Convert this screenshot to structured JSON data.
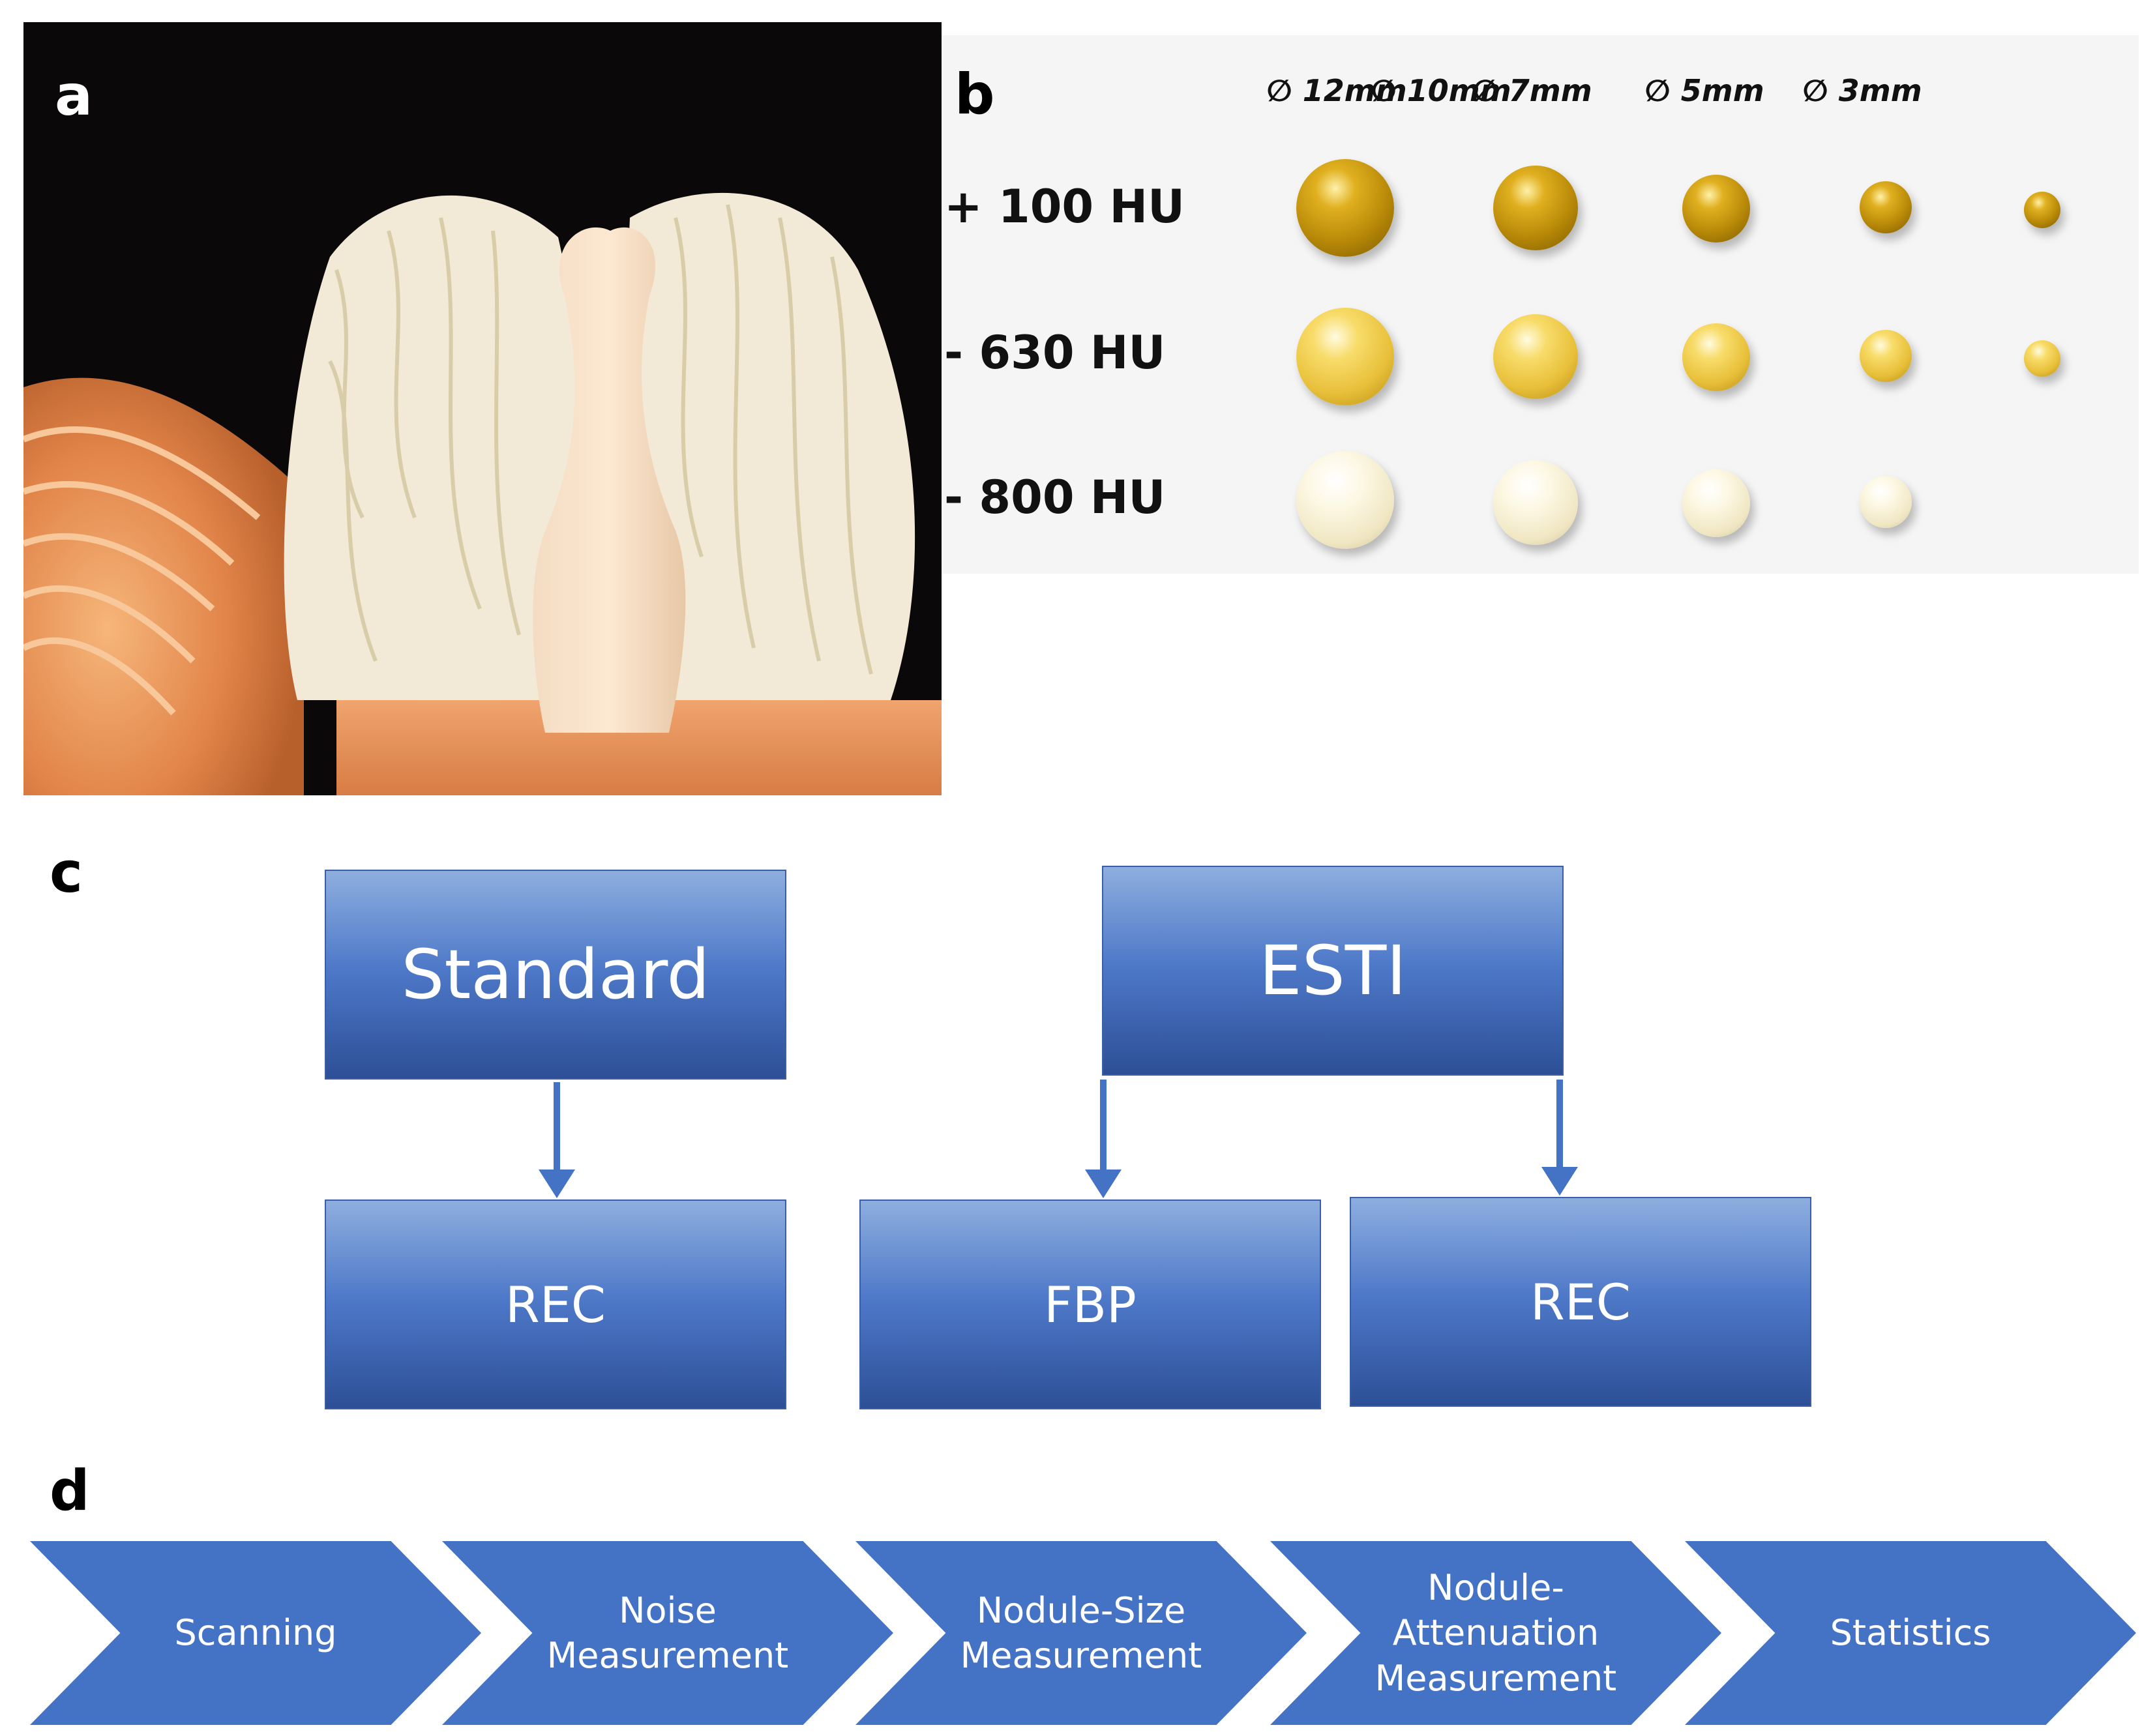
{
  "panels": {
    "a": {
      "letter": "a"
    },
    "b": {
      "letter": "b",
      "sizes": [
        "∅ 12mm",
        "∅ 10mm",
        "∅ 7mm",
        "∅ 5mm",
        "∅ 3mm"
      ],
      "densities": [
        "+ 100 HU",
        "- 630 HU",
        "- 800 HU"
      ]
    },
    "c": {
      "letter": "c",
      "protocols": [
        "Standard",
        "ESTI"
      ],
      "reconstructions": [
        "REC",
        "FBP",
        "REC"
      ]
    },
    "d": {
      "letter": "d",
      "steps": [
        "Scanning",
        "Noise\nMeasurement",
        "Nodule-Size\nMeasurement",
        "Nodule-\nAttenuation\nMeasurement",
        "Statistics"
      ]
    }
  },
  "colors": {
    "dense_nodule": "#b98a08",
    "mid_nodule": "#e8c03a",
    "light_nodule": "#f0e6c2",
    "box_blue": "#4d78c8",
    "chevron_blue": "#4472c4",
    "arrow_blue": "#4472c4"
  }
}
